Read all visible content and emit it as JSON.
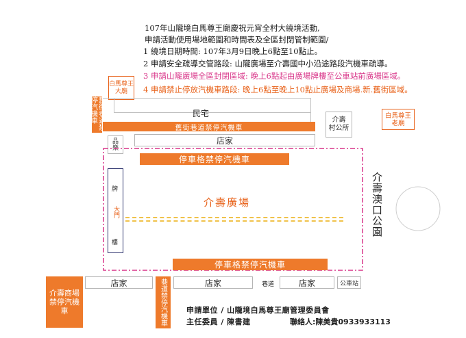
{
  "header": {
    "title1": "107年山隴境白馬尊王廟慶祝元宵全村大繞境活動,",
    "title2": "申請活動使用場地範圍和時間表及全區封閉管制範圍/",
    "item1": "1  繞境日期時間: 107年3月9日晚上6點至10點止。",
    "item2": "2  申請安全疏導交管路段: 山隴廣場至介壽國中小沿途路段汽機車疏導。",
    "item3": "3  申請山隴廣場全區封閉區域: 晚上6點起由廣場牌樓至公車站前廣場區域。",
    "item4": "4  申請禁止停放汽機車路段: 晚上6點至晚上10點止廣場及商場.新.舊街區域。"
  },
  "temple_small": "白馬尊王\n大廟",
  "temple_old": "白馬尊王\n老廟",
  "old_street_vertical": "舊街巷道禁停汽機車",
  "old_street_bar": "舊街巷道禁停汽機車",
  "minzhai": "民宅",
  "village_office": "介壽\n村公所",
  "pinle": "品\n樂",
  "store_top": "店家",
  "no_parking_top": "停車格禁停汽機車",
  "no_parking_bottom": "停車格禁停汽機車",
  "plaza": "介壽廣場",
  "gate_top": "牌",
  "gate_mid": "大門",
  "gate_bot": "樓",
  "park": "介壽澳口公園",
  "store_left": "店家",
  "store_mid": "店家",
  "store_right": "店家",
  "alley_mid": "巷道禁停汽機車",
  "alley_label": "巷道",
  "bus_stop": "公車站",
  "market": "介壽商場\n禁停汽機車",
  "footer": {
    "org": "申請單位  /  山隴境白馬尊王廟管理委員會",
    "chair": "主任委員  /  陳書建",
    "contact": "聯絡人:陳美貴0933933113"
  },
  "colors": {
    "orange": "#ee7a2b",
    "pink_dash": "#d9378a",
    "navy": "#2a2f6b"
  }
}
